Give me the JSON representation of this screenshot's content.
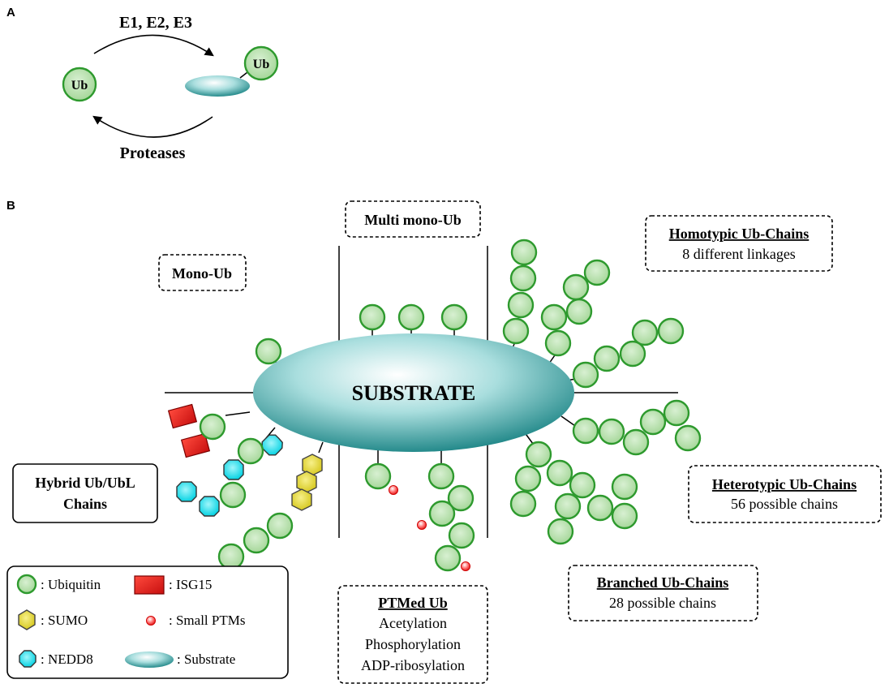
{
  "panel_a": {
    "label": "A",
    "enzymes": "E1, E2, E3",
    "proteases": "Proteases",
    "ub_free": "Ub",
    "ub_attached": "Ub"
  },
  "panel_b": {
    "label": "B",
    "substrate": "SUBSTRATE",
    "mono_ub": "Mono-Ub",
    "multi_mono_ub": "Multi mono-Ub",
    "homotypic": {
      "title": "Homotypic Ub-Chains",
      "subtitle": "8 different linkages"
    },
    "heterotypic": {
      "title": "Heterotypic Ub-Chains",
      "subtitle": "56 possible chains"
    },
    "branched": {
      "title": "Branched Ub-Chains",
      "subtitle": "28 possible chains"
    },
    "ptmed": {
      "title": "PTMed Ub",
      "lines": [
        "Acetylation",
        "Phosphorylation",
        "ADP-ribosylation"
      ]
    },
    "hybrid": {
      "line1": "Hybrid Ub/UbL",
      "line2": "Chains"
    }
  },
  "legend": {
    "ubiquitin": ": Ubiquitin",
    "sumo": ": SUMO",
    "nedd8": ": NEDD8",
    "isg15": ": ISG15",
    "small_ptms": ": Small PTMs",
    "substrate": ": Substrate"
  },
  "colors": {
    "ubiquitin_fill": "#b9e0b0",
    "ubiquitin_stroke": "#2e9a2e",
    "substrate": "#1f9a9a",
    "sumo": "#e6dc3c",
    "nedd8": "#22e0ee",
    "isg15": "#e01a1a",
    "ptm": "#ff3030"
  },
  "icons": [
    "ubiquitin-circle-icon",
    "sumo-hexagon-icon",
    "nedd8-octagon-icon",
    "isg15-rectangle-icon",
    "small-ptm-dot-icon",
    "substrate-ellipse-icon"
  ]
}
